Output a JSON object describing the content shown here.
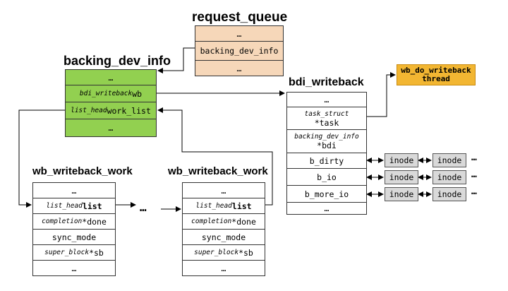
{
  "request_queue": {
    "title": "request_queue",
    "rows": [
      "…",
      "backing_dev_info",
      "…"
    ]
  },
  "backing_dev_info": {
    "title": "backing_dev_info",
    "row0": "…",
    "wb_type": "bdi_writeback",
    "wb_name": " wb",
    "wl_type": "list_head",
    "wl_name": " work_list",
    "row3": "…"
  },
  "bdi_writeback": {
    "title": "bdi_writeback",
    "row0": "…",
    "task_type": "task_struct",
    "task_name": "*task",
    "bdi_type": "backing_dev_info",
    "bdi_name": "*bdi",
    "b_dirty": "b_dirty",
    "b_io": "b_io",
    "b_more_io": "b_more_io",
    "row_last": "…"
  },
  "wb_do_writeback": {
    "line1": "wb_do_writeback",
    "line2": "thread"
  },
  "wb_writeback_work_1": {
    "title": "wb_writeback_work",
    "row0": "…",
    "list_type": "list_head",
    "list_name": " list",
    "comp_type": "completion",
    "comp_name": " *done",
    "sync_mode": "sync_mode",
    "sb_type": "super_block",
    "sb_name": " *sb",
    "row_last": "…"
  },
  "wb_writeback_work_2": {
    "title": "wb_writeback_work",
    "row0": "…",
    "list_type": "list_head",
    "list_name": " list",
    "comp_type": "completion",
    "comp_name": " *done",
    "sync_mode": "sync_mode",
    "sb_type": "super_block",
    "sb_name": " *sb",
    "row_last": "…"
  },
  "inode_label": "inode",
  "ellipsis": "…",
  "colors": {
    "request_queue": "#f6d7b9",
    "backing_dev_info": "#92d050",
    "thread": "#f2b632",
    "inode": "#d9d9d9"
  }
}
